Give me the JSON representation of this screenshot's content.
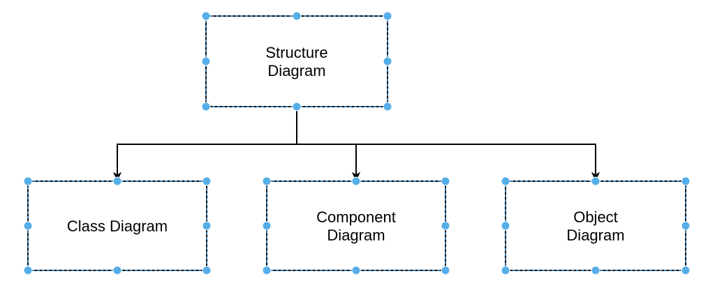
{
  "diagram": {
    "type": "hierarchy",
    "colors": {
      "stroke": "#000000",
      "selection_handle": "#56aee9",
      "selection_outline": "#4aa3e8",
      "background": "#ffffff"
    },
    "nodes": [
      {
        "id": "structure",
        "label_lines": [
          "Structure",
          "Diagram"
        ],
        "selected": true
      },
      {
        "id": "class",
        "label_lines": [
          "Class Diagram"
        ],
        "selected": true
      },
      {
        "id": "component",
        "label_lines": [
          "Component",
          "Diagram"
        ],
        "selected": true
      },
      {
        "id": "object",
        "label_lines": [
          "Object",
          "Diagram"
        ],
        "selected": true
      }
    ],
    "edges": [
      {
        "from": "structure",
        "to": "class",
        "arrow": "filled"
      },
      {
        "from": "structure",
        "to": "component",
        "arrow": "filled"
      },
      {
        "from": "structure",
        "to": "object",
        "arrow": "filled"
      }
    ]
  }
}
